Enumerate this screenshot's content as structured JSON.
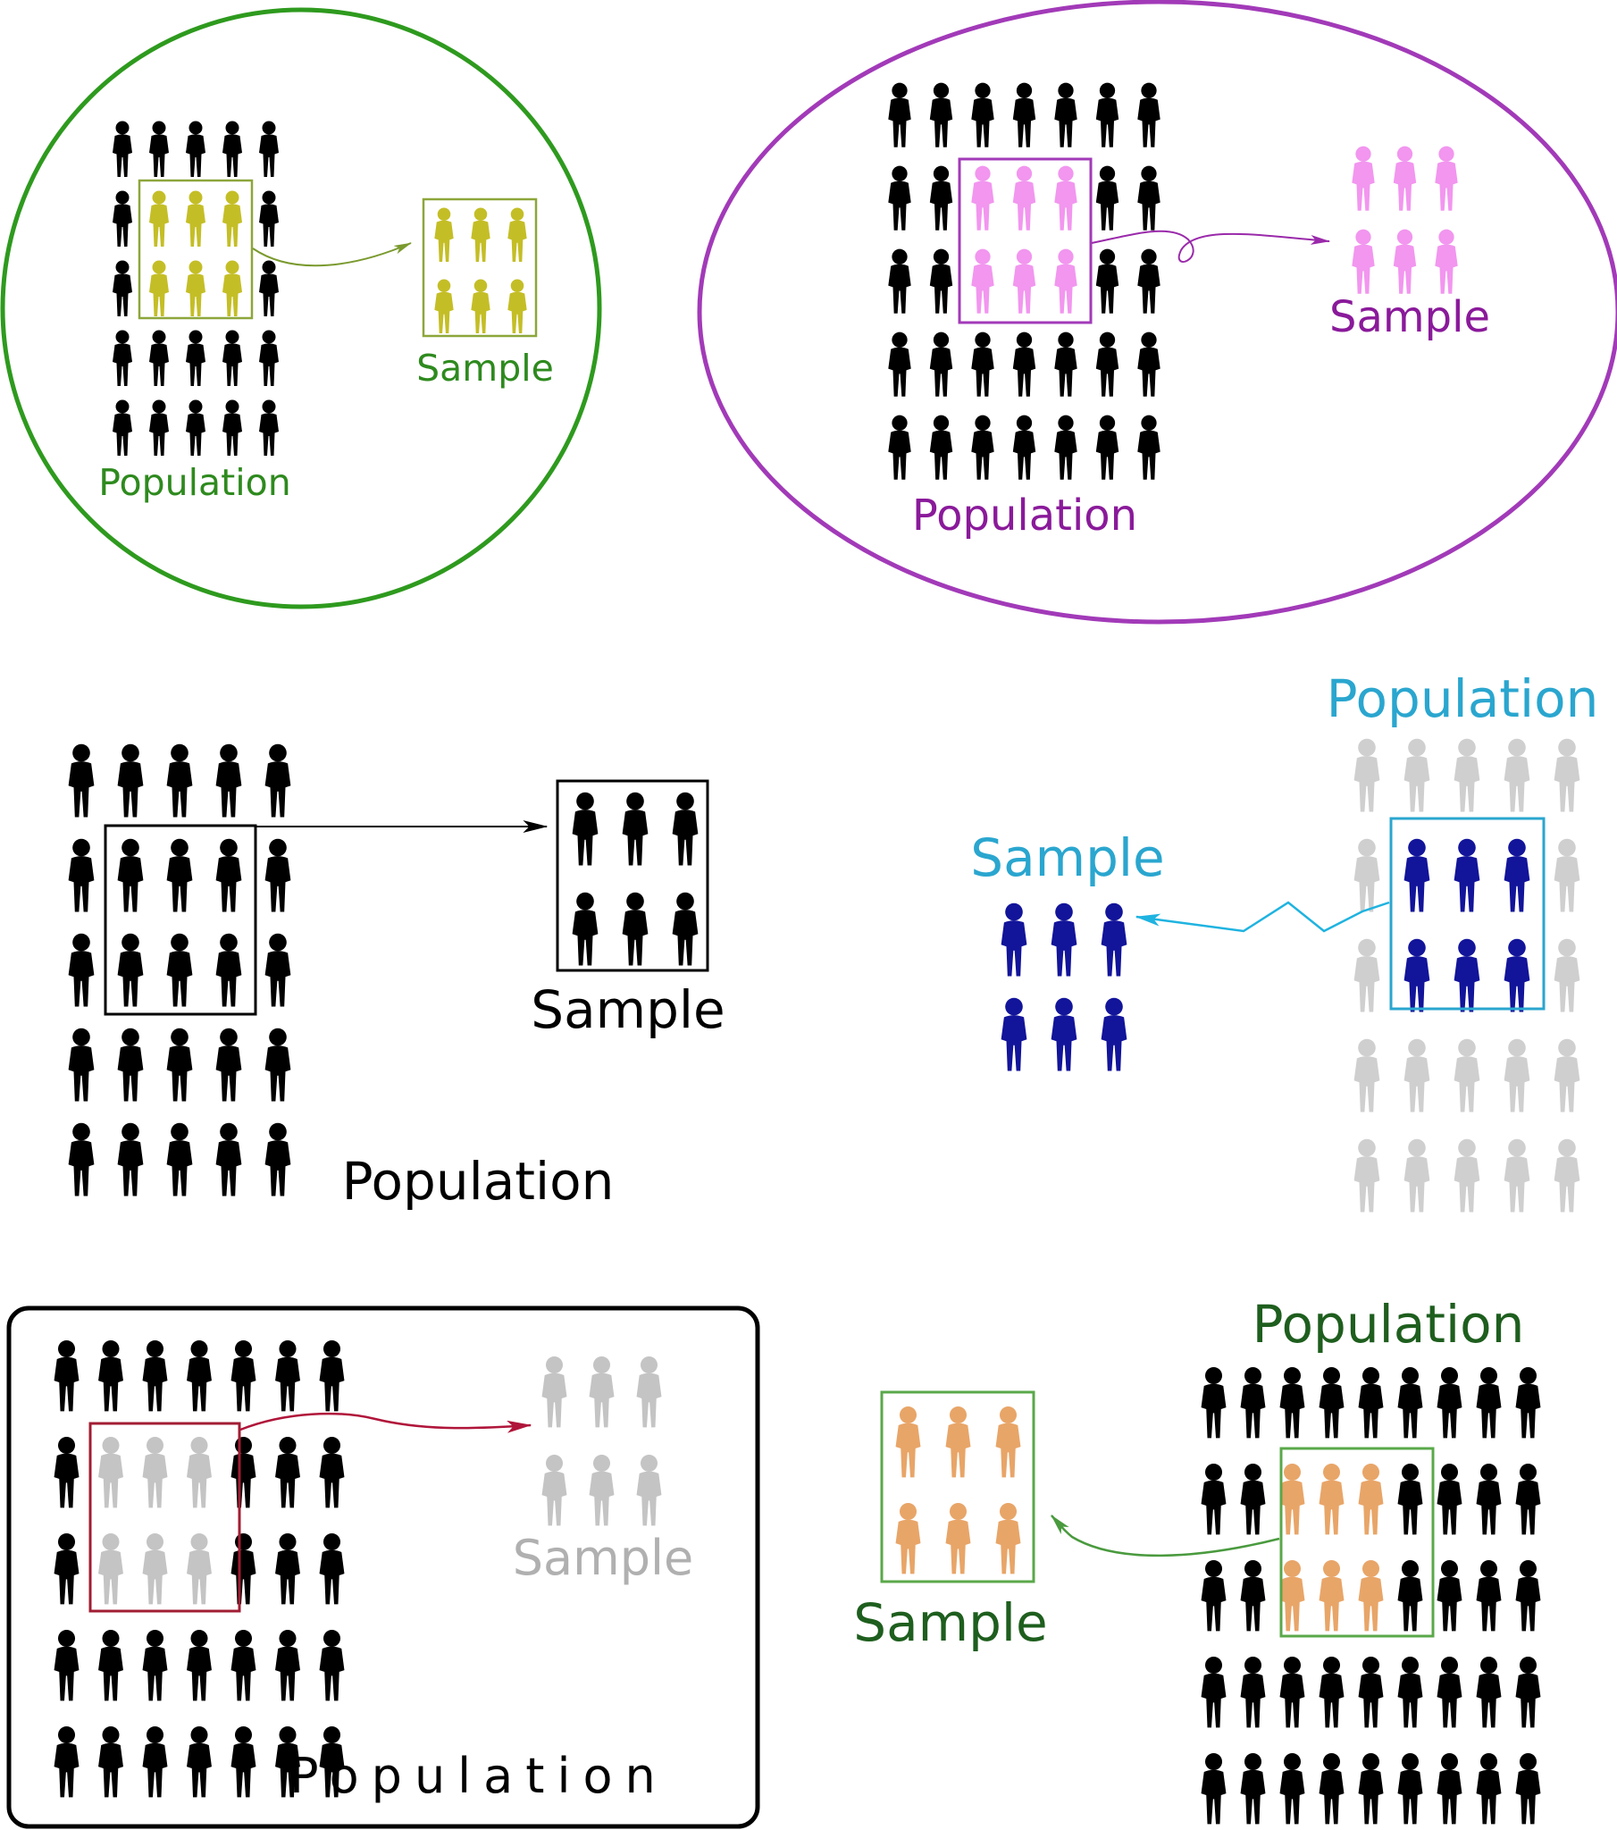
{
  "panels": [
    {
      "id": "circle-green",
      "population_label": "Population",
      "sample_label": "Sample",
      "colors": {
        "frame": "#2e9a1e",
        "label": "#2e8a1e",
        "highlight": "#c4be26",
        "box": "#8da63a",
        "arrow": "#7a9a2e",
        "people": "#000000"
      },
      "population_grid": "5 columns x 5 rows",
      "sample_grid": "3 columns x 2 rows"
    },
    {
      "id": "ellipse-purple",
      "population_label": "Population",
      "sample_label": "Sample",
      "colors": {
        "frame": "#a23ab8",
        "label": "#8a1a9a",
        "highlight": "#f296ef",
        "box": "#a23ab8",
        "arrow": "#9a2aaa",
        "people": "#000000"
      },
      "population_grid": "7 columns x 5 rows",
      "sample_grid": "3 columns x 2 rows"
    },
    {
      "id": "plain-black",
      "population_label": "Population",
      "sample_label": "Sample",
      "colors": {
        "label": "#000000",
        "highlight": "#000000",
        "box": "#000000",
        "arrow": "#000000",
        "people": "#000000"
      },
      "population_grid": "5 columns x 5 rows",
      "sample_grid": "3 columns x 2 rows"
    },
    {
      "id": "blue-gray",
      "population_label": "Population",
      "sample_label": "Sample",
      "colors": {
        "label": "#2aa6cf",
        "highlight": "#12149a",
        "box": "#2aa6cf",
        "arrow": "#1fb3e0",
        "people": "#cfcfcf"
      },
      "population_grid": "5 columns x 5 rows",
      "sample_grid": "3 columns x 2 rows"
    },
    {
      "id": "boxed-red",
      "population_label": "Population",
      "sample_label": "Sample",
      "colors": {
        "frame": "#000000",
        "label": "#000000",
        "sample_label": "#b0b0b0",
        "highlight": "#c4c4c4",
        "box": "#a11d33",
        "arrow": "#b0153a",
        "people": "#000000"
      },
      "population_grid": "7 columns x 5 rows",
      "sample_grid": "3 columns x 2 rows"
    },
    {
      "id": "orange-green",
      "population_label": "Population",
      "sample_label": "Sample",
      "colors": {
        "label": "#1e5e1e",
        "highlight": "#e8a568",
        "box": "#5aa84a",
        "arrow": "#4a9a3e",
        "people": "#000000"
      },
      "population_grid": "9 columns x 5 rows",
      "sample_grid": "3 columns x 2 rows"
    }
  ]
}
